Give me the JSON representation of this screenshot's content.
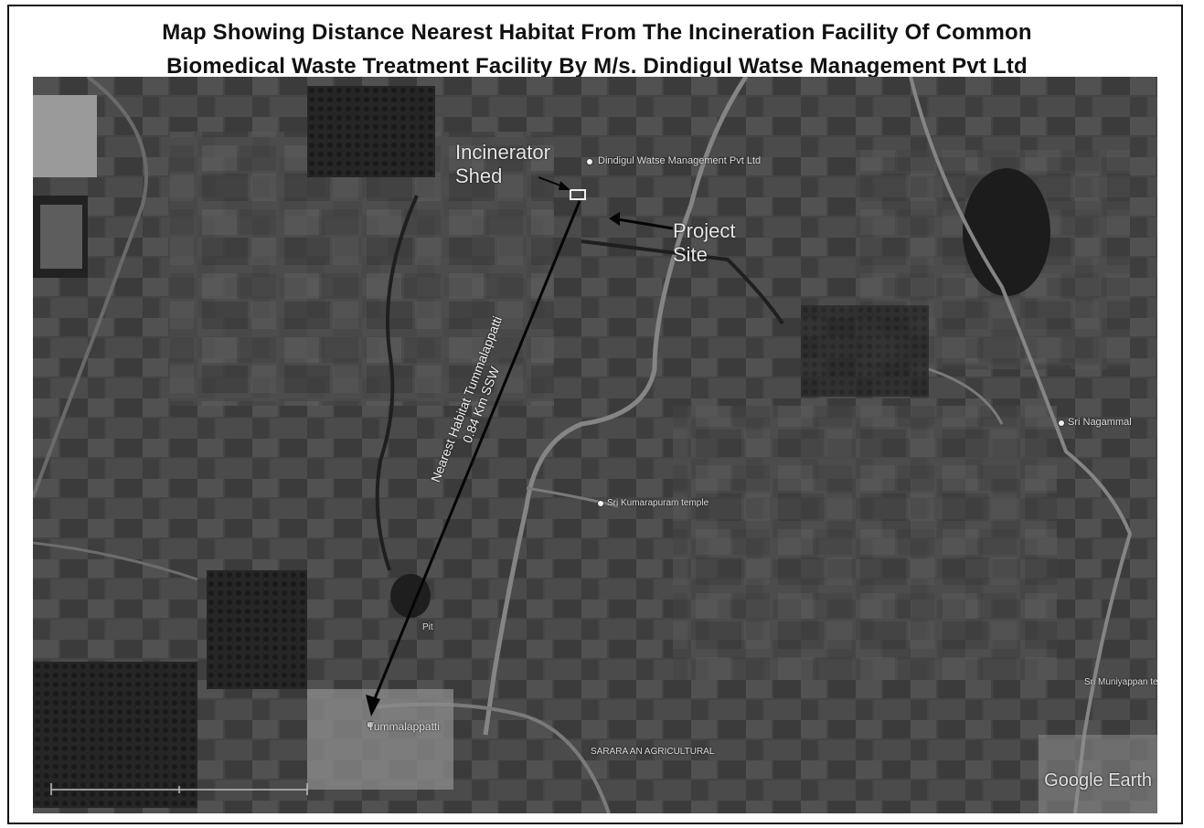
{
  "title": {
    "line1": "Map Showing Distance Nearest Habitat From The Incineration Facility Of Common",
    "line2": "Biomedical Waste Treatment Facility By M/s. Dindigul Watse Management Pvt Ltd"
  },
  "callouts": {
    "incinerator_line1": "Incinerator",
    "incinerator_line2": "Shed",
    "project_line1": "Project",
    "project_line2": "Site"
  },
  "measure": {
    "line1": "Nearest Habitat Tummalappatti",
    "line2": "0.84 Km SSW"
  },
  "places": {
    "facility": "Dindigul Watse Management Pvt Ltd",
    "town": "Tummalappatti",
    "nagalnagar": "Sri Nagammal",
    "temple_mid": "Sri Kumarapuram temple",
    "near_pit": "Pit",
    "agricultural": "SARARA AN AGRICULTURAL",
    "east_temple": "Sri Muniyappan temple"
  },
  "attribution": "Google Earth"
}
